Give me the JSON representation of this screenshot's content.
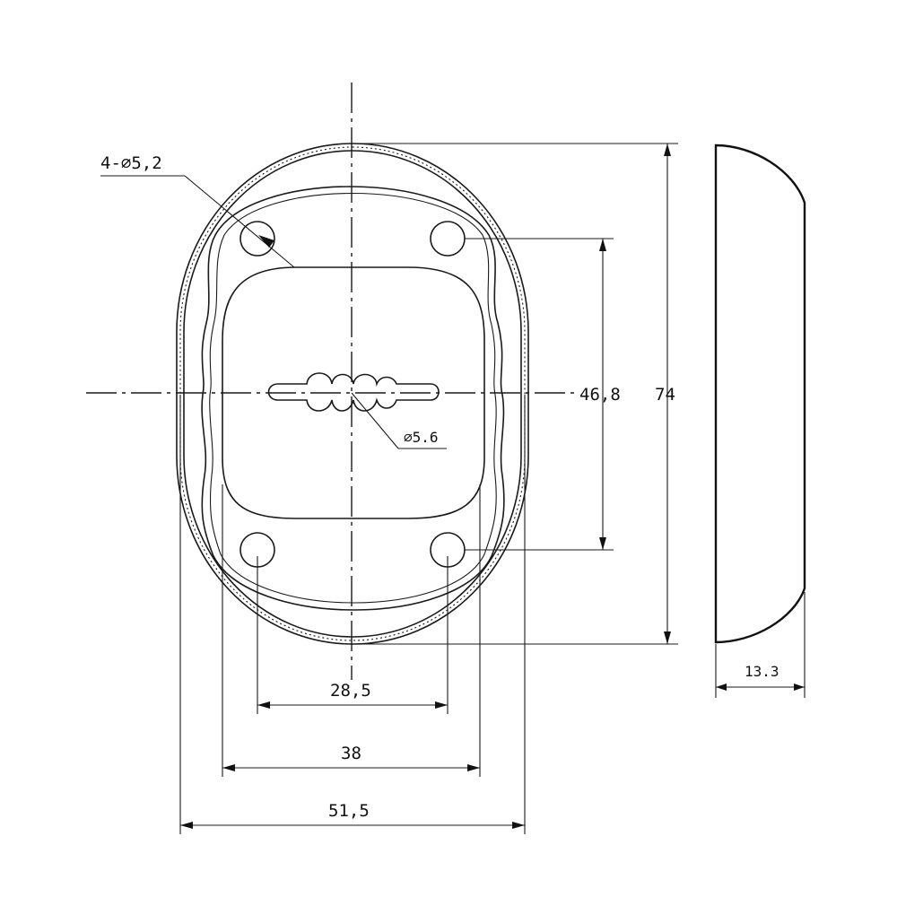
{
  "drawing": {
    "labels": {
      "holes": "4-⌀5,2",
      "keyhole": "⌀5.6",
      "hole_vertical_spacing": "46,8",
      "overall_height": "74",
      "hole_horizontal_spacing": "28,5",
      "inner_width": "38",
      "overall_width": "51,5",
      "thickness": "13.3"
    }
  }
}
